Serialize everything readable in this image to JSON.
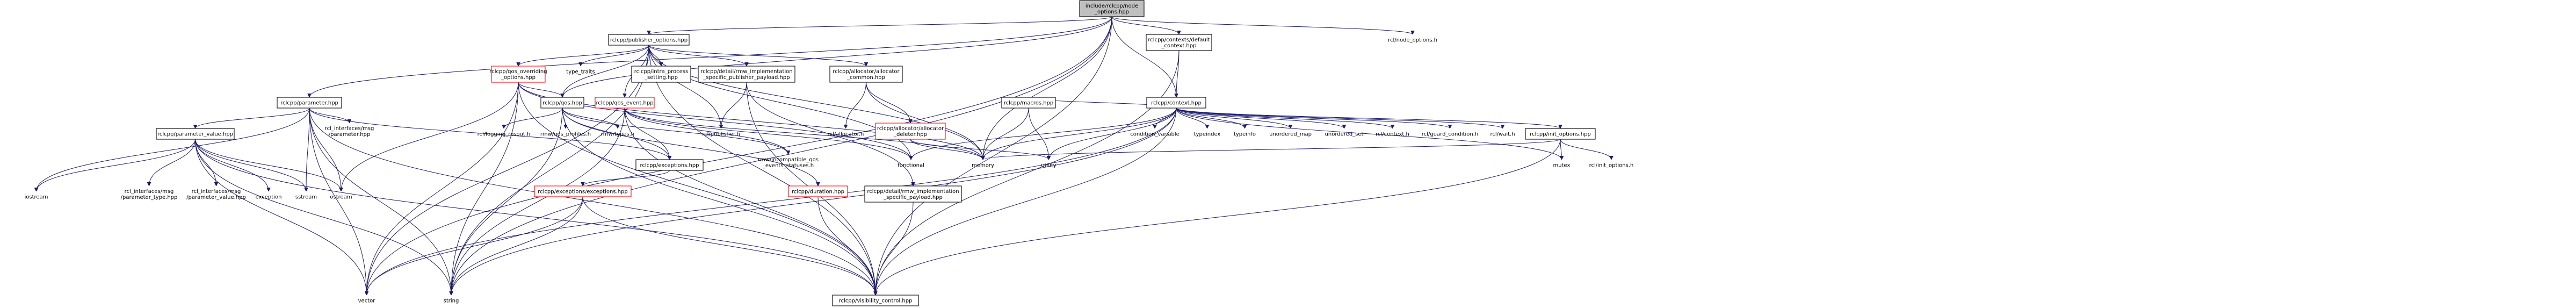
{
  "theme": {
    "edge_color": "#191970",
    "box_border": "#000000",
    "box_fill": "#ffffff",
    "root_fill": "#bfbfbf",
    "red_border": "#ff0000",
    "plain_text_color": "#000000"
  },
  "graph": {
    "nodes": [
      {
        "id": "root",
        "label": [
          "include/rclcpp/node",
          "_options.hpp"
        ],
        "style": "root"
      },
      {
        "id": "pubopts",
        "label": [
          "rclcpp/publisher_options.hpp"
        ],
        "style": "box"
      },
      {
        "id": "ctxdefault",
        "label": [
          "rclcpp/contexts/default",
          "_context.hpp"
        ],
        "style": "box"
      },
      {
        "id": "rcl_node_options",
        "label": [
          "rcl/node_options.h"
        ],
        "style": "plain"
      },
      {
        "id": "param",
        "label": [
          "rclcpp/parameter.hpp"
        ],
        "style": "box"
      },
      {
        "id": "qos_override",
        "label": [
          "rclcpp/qos_overriding",
          "_options.hpp"
        ],
        "style": "red"
      },
      {
        "id": "type_traits",
        "label": [
          "type_traits"
        ],
        "style": "plain"
      },
      {
        "id": "intra",
        "label": [
          "rclcpp/intra_process",
          "_setting.hpp"
        ],
        "style": "box"
      },
      {
        "id": "rmw_pub_payload",
        "label": [
          "rclcpp/detail/rmw_implementation",
          "_specific_publisher_payload.hpp"
        ],
        "style": "box"
      },
      {
        "id": "alloc_common",
        "label": [
          "rclcpp/allocator/allocator",
          "_common.hpp"
        ],
        "style": "box"
      },
      {
        "id": "context",
        "label": [
          "rclcpp/context.hpp"
        ],
        "style": "box"
      },
      {
        "id": "qos",
        "label": [
          "rclcpp/qos.hpp"
        ],
        "style": "box"
      },
      {
        "id": "qos_event",
        "label": [
          "rclcpp/qos_event.hpp"
        ],
        "style": "red"
      },
      {
        "id": "rcl_publisher",
        "label": [
          "rcl/publisher.h"
        ],
        "style": "plain"
      },
      {
        "id": "rcl_allocator",
        "label": [
          "rcl/allocator.h"
        ],
        "style": "plain"
      },
      {
        "id": "alloc_deleter",
        "label": [
          "rclcpp/allocator/allocator",
          "_deleter.hpp"
        ],
        "style": "red"
      },
      {
        "id": "param_value",
        "label": [
          "rclcpp/parameter_value.hpp"
        ],
        "style": "box"
      },
      {
        "id": "rcl_if_param",
        "label": [
          "rcl_interfaces/msg",
          "/parameter.hpp"
        ],
        "style": "plain"
      },
      {
        "id": "rcl_logging",
        "label": [
          "rcl/logging_rosout.h"
        ],
        "style": "plain"
      },
      {
        "id": "rmw_qos_profiles",
        "label": [
          "rmw/qos_profiles.h"
        ],
        "style": "plain"
      },
      {
        "id": "rmw_types",
        "label": [
          "rmw/types.h"
        ],
        "style": "plain"
      },
      {
        "id": "exceptions_hpp",
        "label": [
          "rclcpp/exceptions.hpp"
        ],
        "style": "box"
      },
      {
        "id": "rmw_incompat",
        "label": [
          "rmw/incompatible_qos",
          "_events_statuses.h"
        ],
        "style": "plain"
      },
      {
        "id": "functional",
        "label": [
          "functional"
        ],
        "style": "plain"
      },
      {
        "id": "memory",
        "label": [
          "memory"
        ],
        "style": "plain"
      },
      {
        "id": "macros",
        "label": [
          "rclcpp/macros.hpp"
        ],
        "style": "box"
      },
      {
        "id": "utility",
        "label": [
          "utility"
        ],
        "style": "plain"
      },
      {
        "id": "cond_var",
        "label": [
          "condition_variable"
        ],
        "style": "plain"
      },
      {
        "id": "typeindex",
        "label": [
          "typeindex"
        ],
        "style": "plain"
      },
      {
        "id": "typeinfo",
        "label": [
          "typeinfo"
        ],
        "style": "plain"
      },
      {
        "id": "unordered_map",
        "label": [
          "unordered_map"
        ],
        "style": "plain"
      },
      {
        "id": "unordered_set",
        "label": [
          "unordered_set"
        ],
        "style": "plain"
      },
      {
        "id": "rcl_context",
        "label": [
          "rcl/context.h"
        ],
        "style": "plain"
      },
      {
        "id": "rcl_guard",
        "label": [
          "rcl/guard_condition.h"
        ],
        "style": "plain"
      },
      {
        "id": "rcl_wait",
        "label": [
          "rcl/wait.h"
        ],
        "style": "plain"
      },
      {
        "id": "init_options",
        "label": [
          "rclcpp/init_options.hpp"
        ],
        "style": "box"
      },
      {
        "id": "mutex",
        "label": [
          "mutex"
        ],
        "style": "plain"
      },
      {
        "id": "rcl_init_options",
        "label": [
          "rcl/init_options.h"
        ],
        "style": "plain"
      },
      {
        "id": "iostream",
        "label": [
          "iostream"
        ],
        "style": "plain"
      },
      {
        "id": "rcl_if_ptype",
        "label": [
          "rcl_interfaces/msg",
          "/parameter_type.hpp"
        ],
        "style": "plain"
      },
      {
        "id": "rcl_if_pvalue",
        "label": [
          "rcl_interfaces/msg",
          "/parameter_value.hpp"
        ],
        "style": "plain"
      },
      {
        "id": "exception",
        "label": [
          "exception"
        ],
        "style": "plain"
      },
      {
        "id": "sstream",
        "label": [
          "sstream"
        ],
        "style": "plain"
      },
      {
        "id": "ostream",
        "label": [
          "ostream"
        ],
        "style": "plain"
      },
      {
        "id": "exceptions_exc",
        "label": [
          "rclcpp/exceptions/exceptions.hpp"
        ],
        "style": "red"
      },
      {
        "id": "duration",
        "label": [
          "rclcpp/duration.hpp"
        ],
        "style": "red"
      },
      {
        "id": "rmw_impl_payload",
        "label": [
          "rclcpp/detail/rmw_implementation",
          "_specific_payload.hpp"
        ],
        "style": "box"
      },
      {
        "id": "vector",
        "label": [
          "vector"
        ],
        "style": "plain"
      },
      {
        "id": "string",
        "label": [
          "string"
        ],
        "style": "plain"
      },
      {
        "id": "visibility",
        "label": [
          "rclcpp/visibility_control.hpp"
        ],
        "style": "box"
      }
    ],
    "edges": [
      [
        "root",
        "pubopts"
      ],
      [
        "root",
        "ctxdefault"
      ],
      [
        "root",
        "rcl_node_options"
      ],
      [
        "root",
        "param"
      ],
      [
        "root",
        "context"
      ],
      [
        "root",
        "memory"
      ],
      [
        "root",
        "string"
      ],
      [
        "root",
        "vector"
      ],
      [
        "root",
        "visibility"
      ],
      [
        "root",
        "qos"
      ],
      [
        "pubopts",
        "qos_override"
      ],
      [
        "pubopts",
        "type_traits"
      ],
      [
        "pubopts",
        "intra"
      ],
      [
        "pubopts",
        "rmw_pub_payload"
      ],
      [
        "pubopts",
        "alloc_common"
      ],
      [
        "pubopts",
        "qos"
      ],
      [
        "pubopts",
        "qos_event"
      ],
      [
        "pubopts",
        "rcl_publisher"
      ],
      [
        "pubopts",
        "memory"
      ],
      [
        "pubopts",
        "string"
      ],
      [
        "pubopts",
        "vector"
      ],
      [
        "pubopts",
        "visibility"
      ],
      [
        "pubopts",
        "functional"
      ],
      [
        "ctxdefault",
        "context"
      ],
      [
        "ctxdefault",
        "visibility"
      ],
      [
        "param",
        "param_value"
      ],
      [
        "param",
        "rcl_if_param"
      ],
      [
        "param",
        "iostream"
      ],
      [
        "param",
        "sstream"
      ],
      [
        "param",
        "ostream"
      ],
      [
        "param",
        "string"
      ],
      [
        "param",
        "vector"
      ],
      [
        "param",
        "visibility"
      ],
      [
        "param",
        "exceptions_hpp"
      ],
      [
        "qos_override",
        "qos"
      ],
      [
        "qos_override",
        "functional"
      ],
      [
        "qos_override",
        "string"
      ],
      [
        "qos_override",
        "vector"
      ],
      [
        "qos_override",
        "ostream"
      ],
      [
        "qos_override",
        "visibility"
      ],
      [
        "qos_override",
        "memory"
      ],
      [
        "rmw_pub_payload",
        "rcl_publisher"
      ],
      [
        "rmw_pub_payload",
        "rmw_impl_payload"
      ],
      [
        "rmw_pub_payload",
        "visibility"
      ],
      [
        "alloc_common",
        "rcl_allocator"
      ],
      [
        "alloc_common",
        "alloc_deleter"
      ],
      [
        "alloc_common",
        "memory"
      ],
      [
        "alloc_deleter",
        "memory"
      ],
      [
        "alloc_deleter",
        "utility"
      ],
      [
        "context",
        "functional"
      ],
      [
        "context",
        "memory"
      ],
      [
        "context",
        "macros"
      ],
      [
        "context",
        "utility"
      ],
      [
        "context",
        "cond_var"
      ],
      [
        "context",
        "typeindex"
      ],
      [
        "context",
        "typeinfo"
      ],
      [
        "context",
        "unordered_map"
      ],
      [
        "context",
        "unordered_set"
      ],
      [
        "context",
        "rcl_context"
      ],
      [
        "context",
        "rcl_guard"
      ],
      [
        "context",
        "rcl_wait"
      ],
      [
        "context",
        "init_options"
      ],
      [
        "context",
        "mutex"
      ],
      [
        "context",
        "string"
      ],
      [
        "context",
        "vector"
      ],
      [
        "context",
        "visibility"
      ],
      [
        "macros",
        "memory"
      ],
      [
        "macros",
        "utility"
      ],
      [
        "init_options",
        "memory"
      ],
      [
        "init_options",
        "mutex"
      ],
      [
        "init_options",
        "rcl_init_options"
      ],
      [
        "init_options",
        "visibility"
      ],
      [
        "qos",
        "rcl_logging"
      ],
      [
        "qos",
        "rmw_qos_profiles"
      ],
      [
        "qos",
        "rmw_types"
      ],
      [
        "qos",
        "exceptions_hpp"
      ],
      [
        "qos",
        "duration"
      ],
      [
        "qos",
        "rmw_incompat"
      ],
      [
        "qos",
        "visibility"
      ],
      [
        "qos",
        "string"
      ],
      [
        "qos_event",
        "functional"
      ],
      [
        "qos_event",
        "memory"
      ],
      [
        "qos_event",
        "rmw_incompat"
      ],
      [
        "qos_event",
        "exceptions_hpp"
      ],
      [
        "qos_event",
        "string"
      ],
      [
        "qos_event",
        "visibility"
      ],
      [
        "param_value",
        "exception"
      ],
      [
        "param_value",
        "iostream"
      ],
      [
        "param_value",
        "ostream"
      ],
      [
        "param_value",
        "sstream"
      ],
      [
        "param_value",
        "string"
      ],
      [
        "param_value",
        "vector"
      ],
      [
        "param_value",
        "rcl_if_ptype"
      ],
      [
        "param_value",
        "rcl_if_pvalue"
      ],
      [
        "param_value",
        "visibility"
      ],
      [
        "exceptions_hpp",
        "exceptions_exc"
      ],
      [
        "exceptions_exc",
        "vector"
      ],
      [
        "exceptions_exc",
        "string"
      ],
      [
        "exceptions_exc",
        "visibility"
      ],
      [
        "duration",
        "visibility"
      ],
      [
        "rmw_impl_payload",
        "visibility"
      ]
    ]
  }
}
